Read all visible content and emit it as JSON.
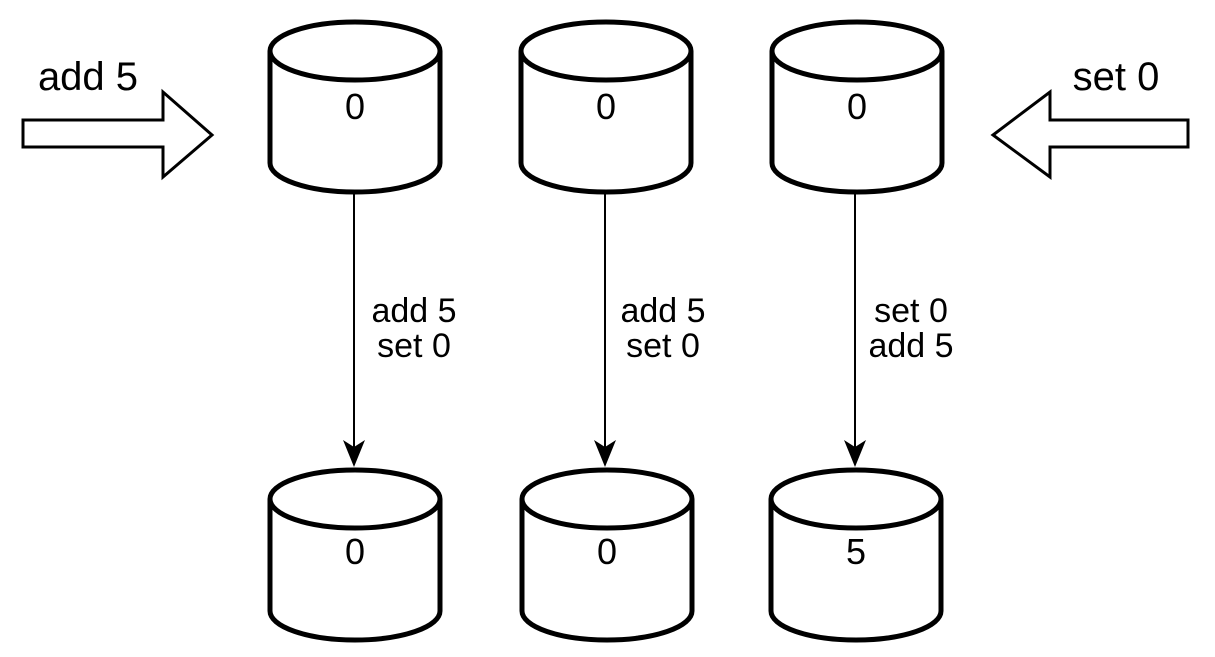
{
  "diagram": {
    "background": "#ffffff",
    "stroke_color": "#000000",
    "shape_fill": "#ffffff"
  },
  "inputs": {
    "left": {
      "label": "add 5",
      "arrow_direction": "right"
    },
    "right": {
      "label": "set 0",
      "arrow_direction": "left"
    }
  },
  "replicas": [
    {
      "initial_value": "0",
      "op_line1": "add 5",
      "op_line2": "set 0",
      "final_value": "0"
    },
    {
      "initial_value": "0",
      "op_line1": "add 5",
      "op_line2": "set 0",
      "final_value": "0"
    },
    {
      "initial_value": "0",
      "op_line1": "set 0",
      "op_line2": "add 5",
      "final_value": "5"
    }
  ]
}
